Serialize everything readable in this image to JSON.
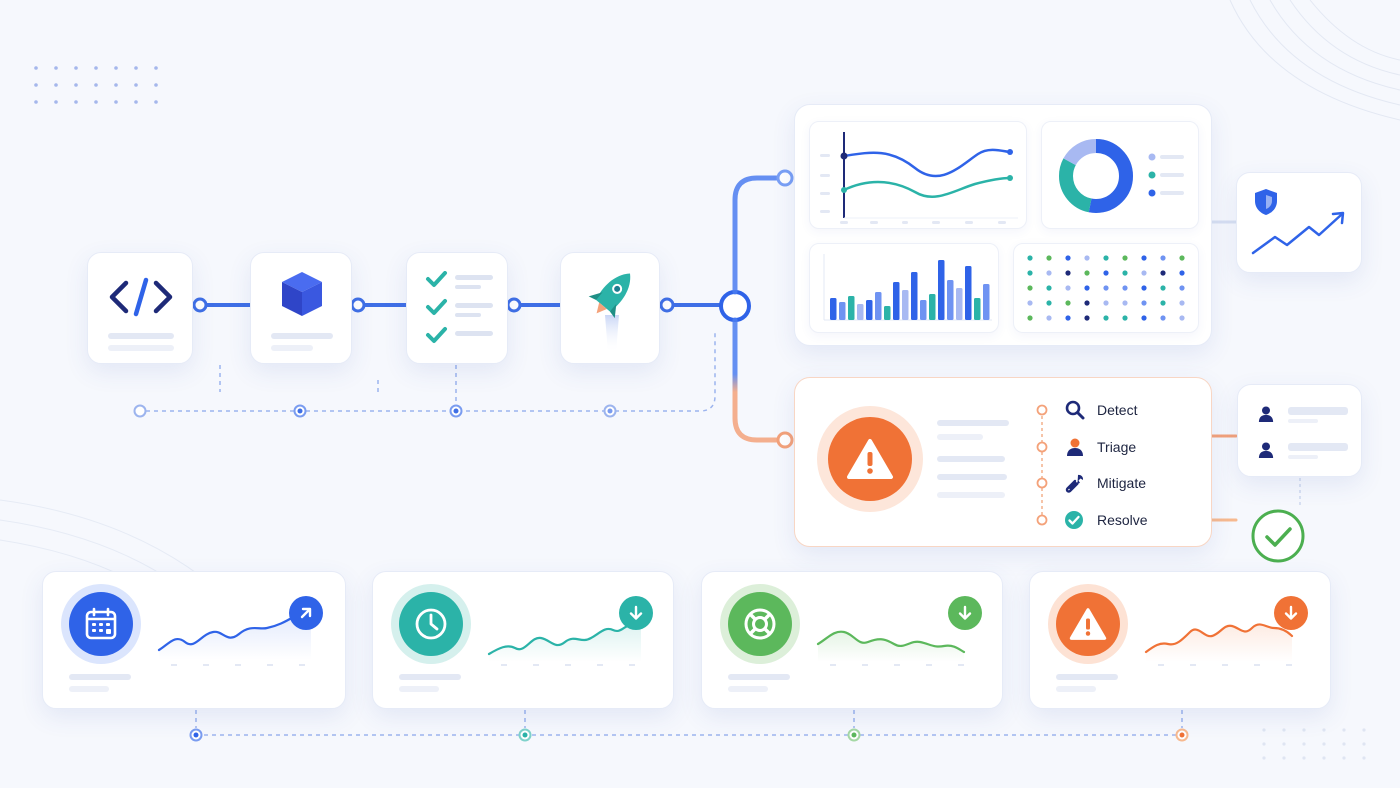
{
  "colors": {
    "blue": "#2f63e8",
    "teal": "#2bb3a8",
    "green": "#5cb85c",
    "orange": "#f07236",
    "navy": "#1e2a78",
    "background": "#f6f8fd"
  },
  "pipeline": {
    "stages": [
      {
        "name": "code",
        "icon": "code-icon"
      },
      {
        "name": "build",
        "icon": "cube-icon"
      },
      {
        "name": "test",
        "icon": "checklist-icon"
      },
      {
        "name": "deploy",
        "icon": "rocket-icon"
      }
    ]
  },
  "monitoring": {
    "shield_icon": "shield-icon",
    "trend_icon": "trend-up-icon"
  },
  "incident": {
    "alert_icon": "warning-icon",
    "steps": [
      {
        "label": "Detect",
        "icon": "search-icon"
      },
      {
        "label": "Triage",
        "icon": "person-icon"
      },
      {
        "label": "Mitigate",
        "icon": "wrench-icon"
      },
      {
        "label": "Resolve",
        "icon": "check-circle-icon"
      }
    ]
  },
  "metrics": [
    {
      "icon": "calendar-icon",
      "trend": "up",
      "color": "#2f63e8"
    },
    {
      "icon": "clock-icon",
      "trend": "down",
      "color": "#2bb3a8"
    },
    {
      "icon": "lifebuoy-icon",
      "trend": "down",
      "color": "#5cb85c"
    },
    {
      "icon": "warning-icon",
      "trend": "down",
      "color": "#f07236"
    }
  ]
}
